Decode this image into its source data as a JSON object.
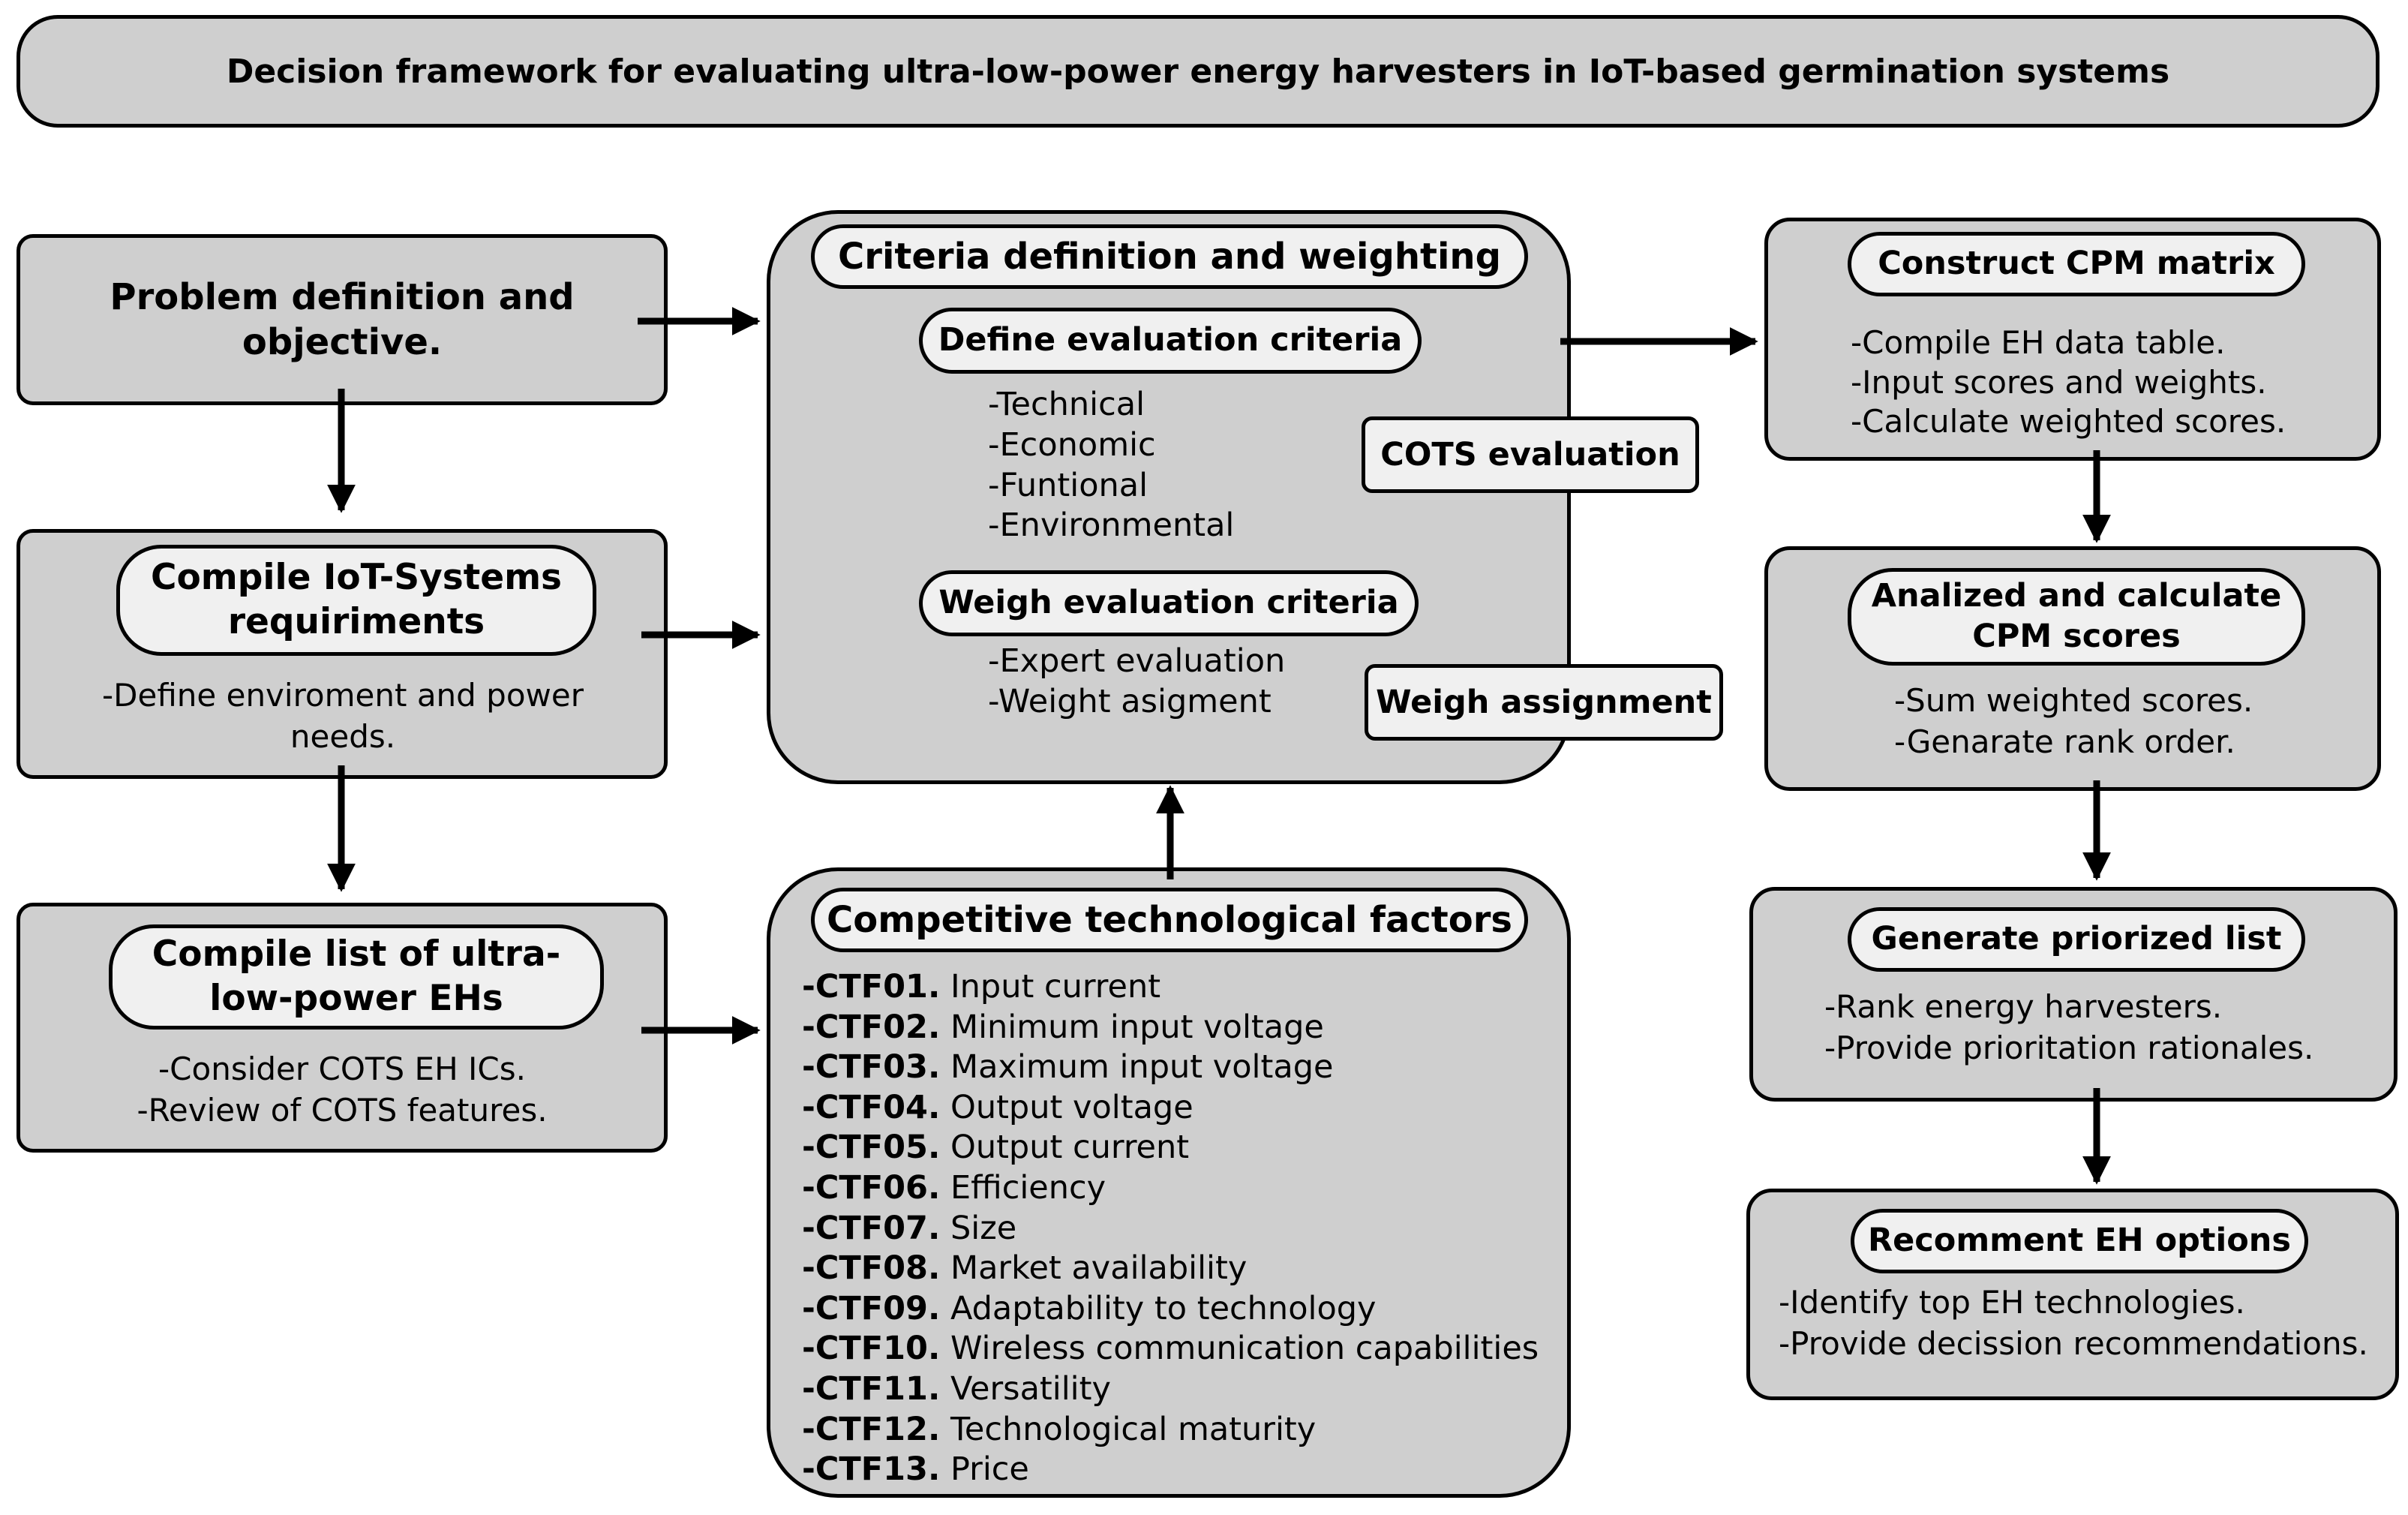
{
  "title": "Decision framework for evaluating ultra-low-power energy harvesters in IoT-based germination systems",
  "left": {
    "problem": {
      "title": "Problem definition and objective."
    },
    "compile_reqs": {
      "title": "Compile IoT-Systems requiriments",
      "body": "-Define enviroment and power needs."
    },
    "compile_list": {
      "title": "Compile list of ultra-low-power EHs",
      "items": [
        "-Consider COTS EH ICs.",
        "-Review of COTS features."
      ]
    }
  },
  "center": {
    "criteria": {
      "title": "Criteria definition and weighting",
      "define": {
        "title": "Define evaluation criteria",
        "items": [
          "-Technical",
          "-Economic",
          "-Funtional",
          "-Environmental"
        ],
        "tag": "COTS evaluation"
      },
      "weigh": {
        "title": "Weigh evaluation criteria",
        "items": [
          "-Expert evaluation",
          "-Weight asigment"
        ],
        "tag": "Weigh assignment"
      }
    },
    "ctf": {
      "title": "Competitive technological factors",
      "items": [
        {
          "code": "-CTF01.",
          "label": "Input current"
        },
        {
          "code": "-CTF02.",
          "label": "Minimum input voltage"
        },
        {
          "code": "-CTF03.",
          "label": "Maximum input voltage"
        },
        {
          "code": "-CTF04.",
          "label": "Output voltage"
        },
        {
          "code": "-CTF05.",
          "label": "Output current"
        },
        {
          "code": "-CTF06.",
          "label": "Efficiency"
        },
        {
          "code": "-CTF07.",
          "label": "Size"
        },
        {
          "code": "-CTF08.",
          "label": "Market availability"
        },
        {
          "code": "-CTF09.",
          "label": "Adaptability to technology"
        },
        {
          "code": "-CTF10.",
          "label": "Wireless communication capabilities"
        },
        {
          "code": "-CTF11.",
          "label": "Versatility"
        },
        {
          "code": "-CTF12.",
          "label": "Technological maturity"
        },
        {
          "code": "-CTF13.",
          "label": "Price"
        }
      ]
    }
  },
  "right": {
    "cpm_matrix": {
      "title": "Construct CPM matrix",
      "items": [
        "-Compile EH data table.",
        "-Input scores and weights.",
        "-Calculate weighted scores."
      ]
    },
    "cpm_scores": {
      "title": "Analized and calculate CPM scores",
      "items": [
        "-Sum weighted scores.",
        "-Genarate rank order."
      ]
    },
    "prioritized": {
      "title": "Generate priorized list",
      "items": [
        "-Rank energy harvesters.",
        "-Provide prioritation rationales."
      ]
    },
    "recommend": {
      "title": "Recomment EH options",
      "items": [
        "-Identify top EH technologies.",
        "-Provide decission recommendations."
      ]
    }
  }
}
